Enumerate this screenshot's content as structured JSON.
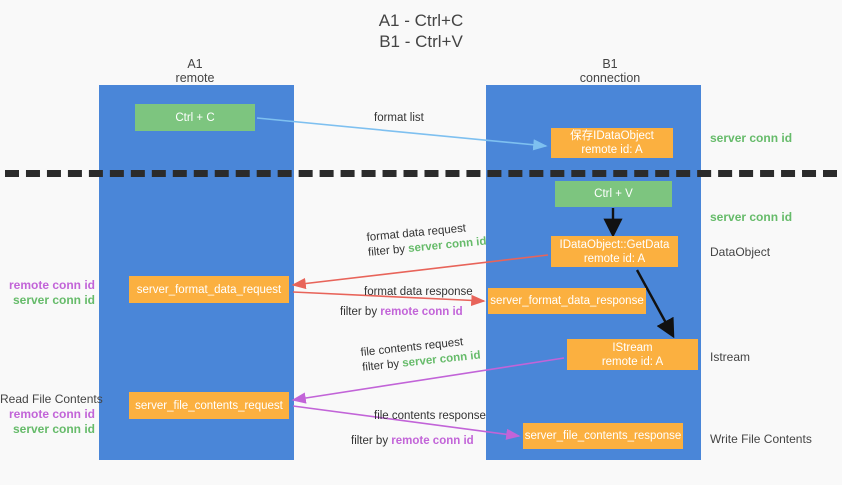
{
  "title": {
    "line1": "A1 - Ctrl+C",
    "line2": "B1 - Ctrl+V"
  },
  "columns": [
    {
      "name": "A1",
      "sub": "remote"
    },
    {
      "name": "B1",
      "sub": "connection"
    }
  ],
  "boxes": {
    "ctrl_c": {
      "line1": "Ctrl + C"
    },
    "save_idataobject": {
      "line1": "保存IDataObject",
      "line2": "remote id: A"
    },
    "ctrl_v": {
      "line1": "Ctrl + V"
    },
    "idataobject_getdata": {
      "line1": "IDataObject::GetData",
      "line2": "remote id: A"
    },
    "format_data_request": {
      "line1": "server_format_data_request"
    },
    "format_data_response": {
      "line1": "server_format_data_response"
    },
    "istream": {
      "line1": "IStream",
      "line2": "remote id: A"
    },
    "file_contents_request": {
      "line1": "server_file_contents_request"
    },
    "file_contents_response": {
      "line1": "server_file_contents_response"
    }
  },
  "edge_labels": {
    "format_list": "format list",
    "format_data_request": {
      "line1": "format data request",
      "line2_prefix": "filter by ",
      "line2_key": "server conn id"
    },
    "format_data_response": {
      "line1": "format data response",
      "line2_prefix": "filter by ",
      "line2_key": "remote conn id"
    },
    "file_contents_request": {
      "line1": "file contents request",
      "line2_prefix": "filter by ",
      "line2_key": "server conn id"
    },
    "file_contents_response": {
      "line1": "file contents response",
      "line2_prefix": "filter by ",
      "line2_key": "remote conn id"
    }
  },
  "right_labels": {
    "server_conn_id_top": "server conn id",
    "server_conn_id_mid": "server conn id",
    "dataobject": "DataObject",
    "istream": "Istream",
    "write_file_contents": "Write File Contents"
  },
  "left_labels": {
    "block1": {
      "remote": "remote conn id",
      "server": "server conn id"
    },
    "block2": {
      "heading": "Read File Contents",
      "remote": "remote conn id",
      "server": "server conn id"
    }
  },
  "colors": {
    "lane_blue": "#4a86d8",
    "box_green": "#7dc57f",
    "box_orange": "#fbb040",
    "arrow_blue": "#7ec0f0",
    "arrow_red": "#e8645a",
    "arrow_purple": "#c264d8",
    "arrow_black": "#111111",
    "text_green": "#66bb6a",
    "text_purple": "#c264d8",
    "background": "#f9f9f9",
    "dashed_line": "#2b2b2b"
  }
}
